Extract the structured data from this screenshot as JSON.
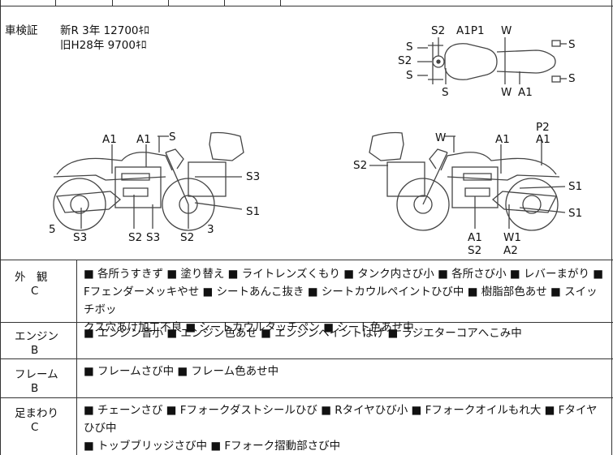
{
  "inspection": {
    "label": "車検証",
    "line1": "新R 3年 12700ｷﾛ",
    "line2": "旧H28年 9700ｷﾛ"
  },
  "top_view_labels": {
    "l_s_top": "S",
    "l_s2": "S2",
    "l_s_bot": "S",
    "t_s2": "S2",
    "t_a1p1": "A1P1",
    "t_w": "W",
    "r_s_top": "S",
    "r_s_bot": "S",
    "b_s": "S",
    "b_w": "W",
    "b_a1": "A1"
  },
  "left_view_labels": {
    "a1_a": "A1",
    "a1_b": "A1",
    "s_mirror": "S",
    "s3_right": "S3",
    "s1_right": "S1",
    "n5": "5",
    "s3_bl": "S3",
    "s2_bm": "S2",
    "s3_bm": "S3",
    "s2_br": "S2",
    "n3": "3"
  },
  "right_view_labels": {
    "w_top": "W",
    "s2_left": "S2",
    "a1_mid": "A1",
    "p2": "P2",
    "a1_r": "A1",
    "s1_a": "S1",
    "s1_b": "S1",
    "a1_bot": "A1",
    "s2_bot": "S2",
    "w1": "W1",
    "a2": "A2"
  },
  "categories": [
    {
      "name": "外　観",
      "grade": "C",
      "lines": [
        "■ 各所うすきず ■ 塗り替え ■ ライトレンズくもり ■ タンク内さび小 ■ 各所さび小 ■ レバーまがり ■",
        "Fフェンダーメッキやせ ■ シートあんこ抜き ■ シートカウルペイントひび中 ■ 樹脂部色あせ ■ スイッチボッ",
        "クス穴あけ加工不良 ■ シートカウルタッチペン ■ シート色あせ中"
      ]
    },
    {
      "name": "エンジン",
      "grade": "B",
      "lines": [
        "■ エンジン音小 ■ エンジン色あせ ■ エンジンペイントはげ ■ ラジエターコアへこみ中"
      ]
    },
    {
      "name": "フレーム",
      "grade": "B",
      "lines": [
        "■ フレームさび中 ■ フレーム色あせ中"
      ]
    },
    {
      "name": "足まわり",
      "grade": "C",
      "lines": [
        "■ チェーンさび ■ Fフォークダストシールひび ■ Rタイヤひび小 ■ Fフォークオイルもれ大 ■ Fタイヤひび中",
        "■ トッブブリッジさび中 ■ Fフォーク摺動部さび中"
      ]
    }
  ]
}
